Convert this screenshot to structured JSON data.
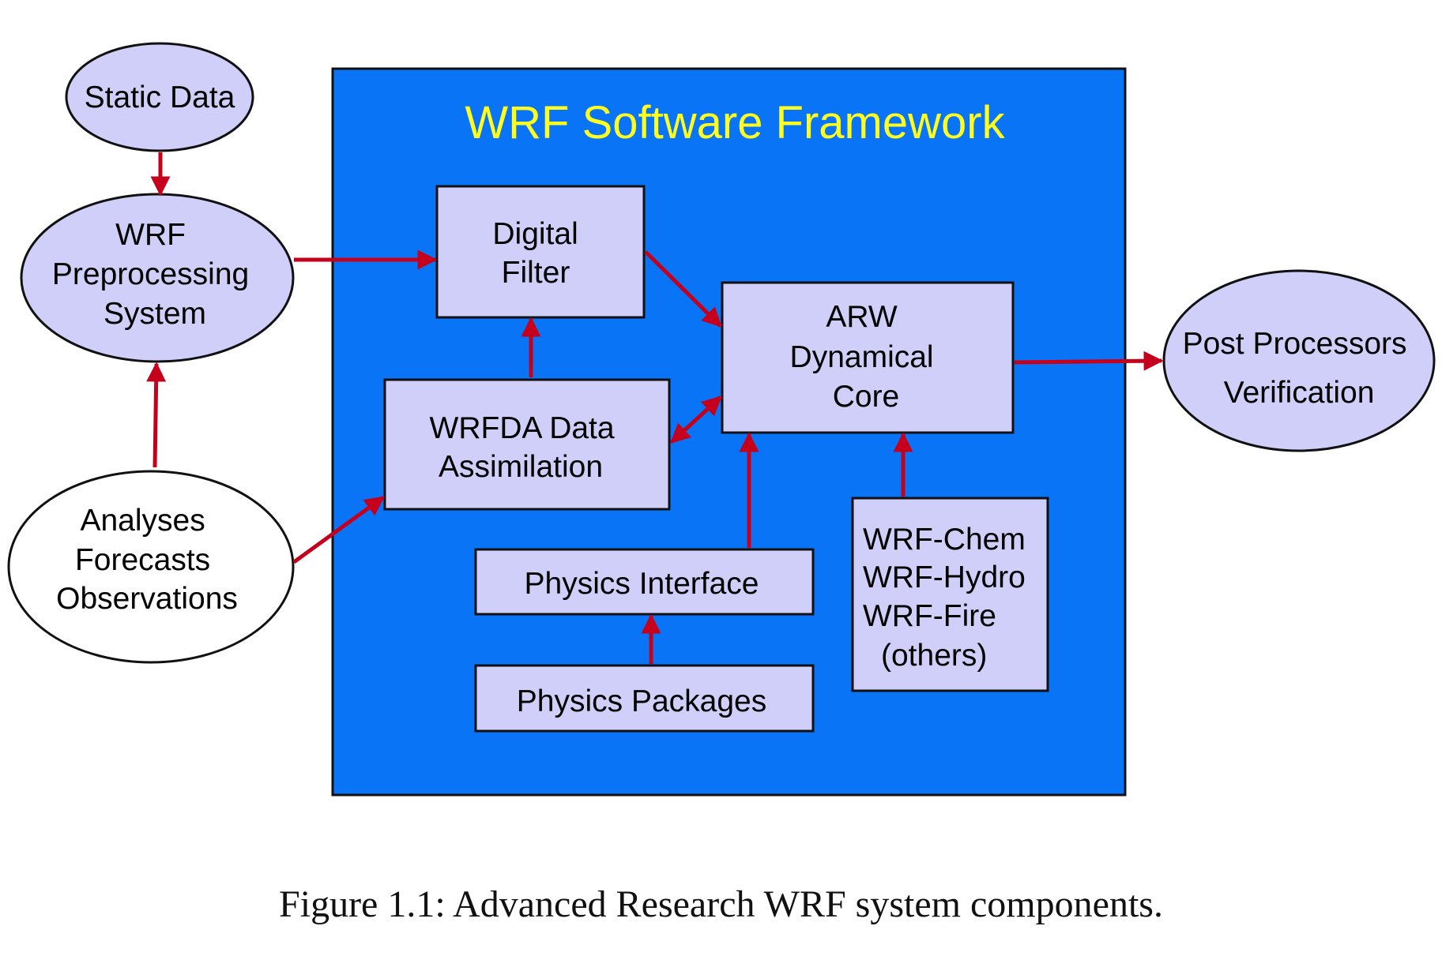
{
  "colors": {
    "framework_fill": "#0a74f7",
    "framework_title": "#ffff1e",
    "node_fill": "#cfcffa",
    "external_fill": "#ffffff",
    "arrow": "#c4001c",
    "outline": "#111111"
  },
  "framework": {
    "title": "WRF Software Framework"
  },
  "nodes": {
    "static_data": {
      "lines": [
        "Static Data"
      ]
    },
    "wps": {
      "lines": [
        "WRF",
        "Preprocessing",
        "System"
      ]
    },
    "observations": {
      "lines": [
        "Analyses",
        "Forecasts",
        "Observations"
      ]
    },
    "digital_filter": {
      "lines": [
        "Digital",
        "Filter"
      ]
    },
    "wrfda": {
      "lines": [
        "WRFDA Data",
        "Assimilation"
      ]
    },
    "arw": {
      "lines": [
        "ARW",
        "Dynamical",
        "Core"
      ]
    },
    "physics_interface": {
      "lines": [
        "Physics Interface"
      ]
    },
    "physics_packages": {
      "lines": [
        "Physics Packages"
      ]
    },
    "wrf_extensions": {
      "lines": [
        "WRF-Chem",
        "WRF-Hydro",
        "WRF-Fire",
        "(others)"
      ]
    },
    "post_processors": {
      "lines": [
        "Post Processors",
        "Verification"
      ]
    }
  },
  "caption": "Figure 1.1: Advanced Research WRF system components."
}
